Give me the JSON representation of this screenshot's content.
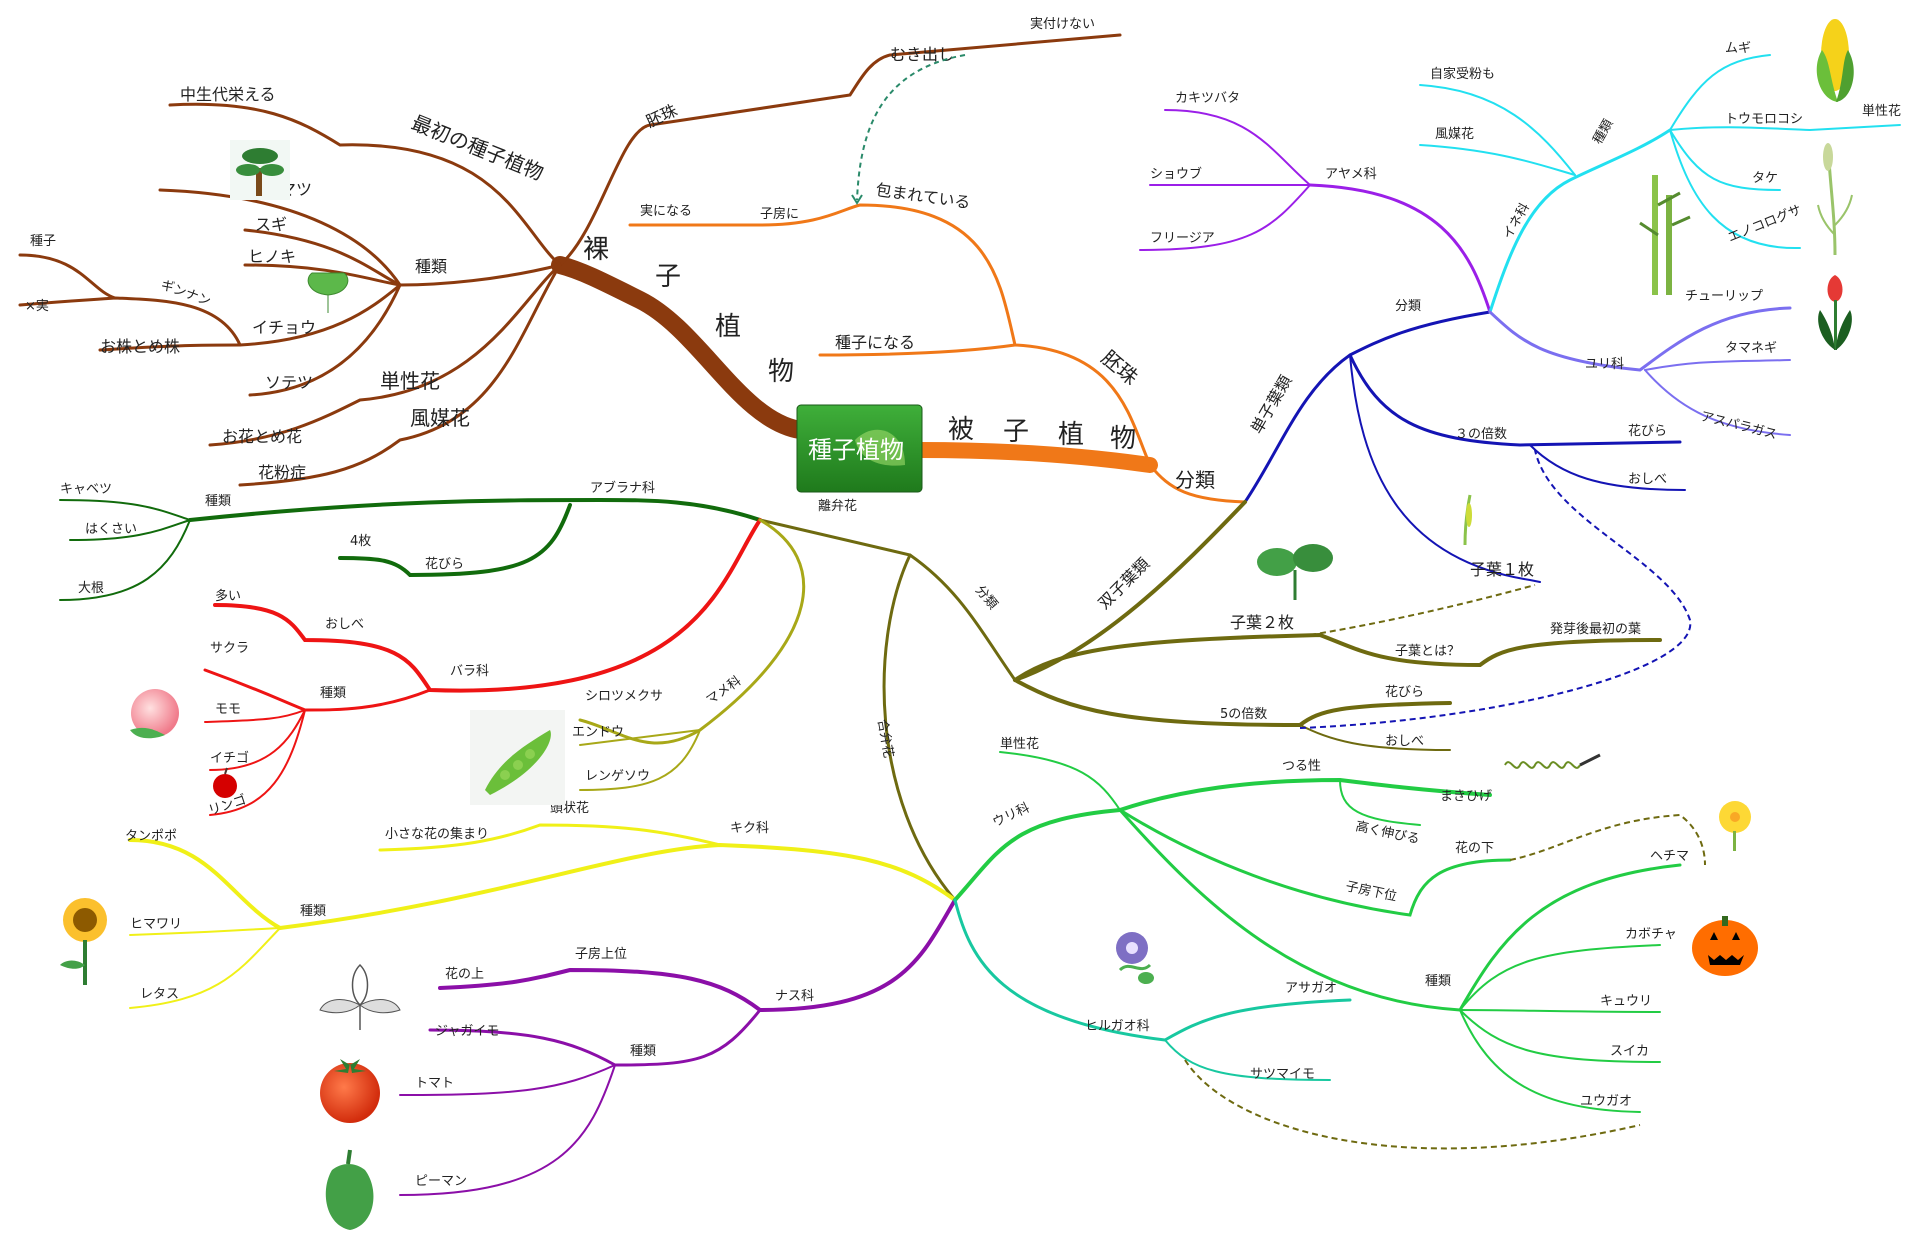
{
  "center": "種子植物",
  "colors": {
    "brown": "#8B3A0E",
    "orange": "#F07818",
    "purple": "#9B1FE8",
    "cyan": "#22E0F0",
    "lavender": "#7B6FF0",
    "navy": "#1414B4",
    "olive": "#6E6A10",
    "darkgreen": "#116B0C",
    "red": "#EE1414",
    "khaki": "#A8A818",
    "yellow": "#F0F018",
    "violet": "#8B0FA8",
    "green": "#22CC44",
    "teal": "#18C8A0"
  },
  "gymnosperm": {
    "title": [
      "裸",
      "子",
      "植",
      "物"
    ],
    "ovule": "胚珠",
    "exposed": "むき出し",
    "no_fruit": "実付けない",
    "first_seed": "最初の種子植物",
    "mesozoic": "中生代栄える",
    "types": "種類",
    "pine": "マツ",
    "cedar": "スギ",
    "cypress": "ヒノキ",
    "ginkgo": "イチョウ",
    "ginnan": "ギンナン",
    "seed": "種子",
    "not_fruit": "×実",
    "sexes": "お株とめ株",
    "cycad": "ソテツ",
    "unisexual": "単性花",
    "male_female": "お花とめ花",
    "wind": "風媒花",
    "pollen_allergy": "花粉症"
  },
  "angiosperm": {
    "title": [
      "被",
      "子",
      "植",
      "物"
    ],
    "ovule": "胚珠",
    "enclosed": "包まれている",
    "in_ovary": "子房に",
    "becomes_fruit": "実になる",
    "becomes_seed": "種子になる",
    "classification": "分類",
    "monocot": "単子葉類",
    "monocot_class": "分類",
    "iris_family": "アヤメ科",
    "iris": "カキツバタ",
    "shoubu": "ショウブ",
    "freesia": "フリージア",
    "grass_family": "イネ科",
    "grass_types": "種類",
    "self_pollination": "自家受粉も",
    "grass_wind": "風媒花",
    "wheat": "ムギ",
    "corn": "トウモロコシ",
    "corn_unisexual": "単性花",
    "bamboo": "タケ",
    "foxtail": "エノコログサ",
    "lily_family": "ユリ科",
    "tulip": "チューリップ",
    "onion": "タマネギ",
    "asparagus": "アスパラガス",
    "multiple_three": "３の倍数",
    "petals3": "花びら",
    "stamens3": "おしべ",
    "one_cotyledon": "子葉１枚",
    "dicot": "双子葉類",
    "two_cotyledons": "子葉２枚",
    "what_cotyledon": "子葉とは？",
    "first_leaf": "発芽後最初の葉",
    "multiple_five": "5の倍数",
    "petals5": "花びら",
    "stamens5": "おしべ",
    "dicot_class": "分類",
    "polypetalous": "離弁花",
    "sympetalous": "合弁花"
  },
  "polypetalous_branches": {
    "brassicaceae": "アブラナ科",
    "brassica_types": "種類",
    "cabbage": "キャベツ",
    "hakusai": "はくさい",
    "daikon": "大根",
    "petals": "花びら",
    "four": "4枚",
    "rosaceae": "バラ科",
    "rose_stamens": "おしべ",
    "many": "多い",
    "rose_types": "種類",
    "cherry": "サクラ",
    "peach": "モモ",
    "strawberry": "イチゴ",
    "apple": "リンゴ",
    "fabaceae": "マメ科",
    "clover": "シロツメクサ",
    "pea": "エンドウ",
    "milkvetch": "レンゲソウ"
  },
  "sympetalous_branches": {
    "asteraceae": "キク科",
    "capitulum": "頭状花",
    "small_flowers": "小さな花の集まり",
    "aster_types": "種類",
    "dandelion": "タンポポ",
    "sunflower": "ヒマワリ",
    "lettuce": "レタス",
    "solanaceae": "ナス科",
    "superior_ovary": "子房上位",
    "above_flower": "花の上",
    "sol_types": "種類",
    "potato": "ジャガイモ",
    "tomato": "トマト",
    "pepper": "ピーマン",
    "cucurbitaceae": "ウリ科",
    "cuc_unisexual": "単性花",
    "vine": "つる性",
    "tendril": "まきひげ",
    "climbs": "高く伸びる",
    "inferior_ovary": "子房下位",
    "below_flower": "花の下",
    "cuc_types": "種類",
    "loofah": "ヘチマ",
    "pumpkin": "カボチャ",
    "cucumber": "キュウリ",
    "watermelon": "スイカ",
    "gourd": "ユウガオ",
    "convolvulaceae": "ヒルガオ科",
    "morning_glory": "アサガオ",
    "sweet_potato": "サツマイモ"
  }
}
